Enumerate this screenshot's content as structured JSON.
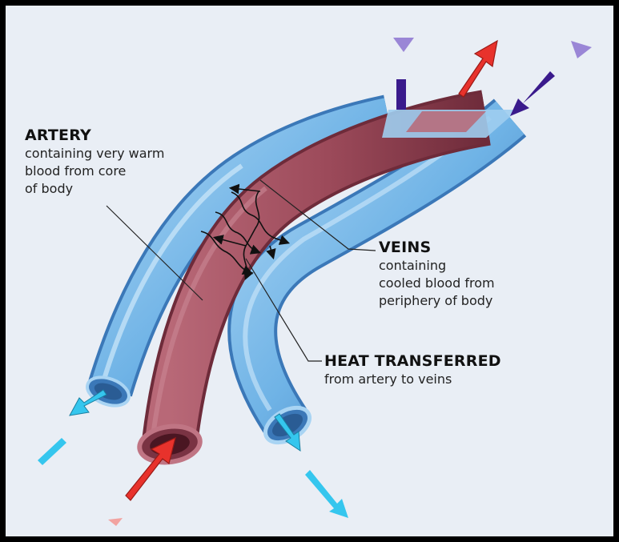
{
  "labels": {
    "artery": {
      "title": "ARTERY",
      "lines": [
        "containing very warm",
        "blood from core",
        "of body"
      ]
    },
    "veins": {
      "title": "VEINS",
      "lines": [
        "containing",
        "cooled blood from",
        "periphery of body"
      ]
    },
    "heat": {
      "title": "HEAT TRANSFERRED",
      "lines": [
        "from artery to veins"
      ]
    }
  },
  "colors": {
    "background": "#e9eef5",
    "frame": "#000000",
    "vein": "#6fb3e6",
    "vein_dark": "#3b78b8",
    "artery": "#9c4a5a",
    "artery_dark": "#6e2b3a",
    "warm_arrow": "#e8322c",
    "cold_arrow": "#35c6ee",
    "inflow_arrow": "#3a1a8c"
  }
}
